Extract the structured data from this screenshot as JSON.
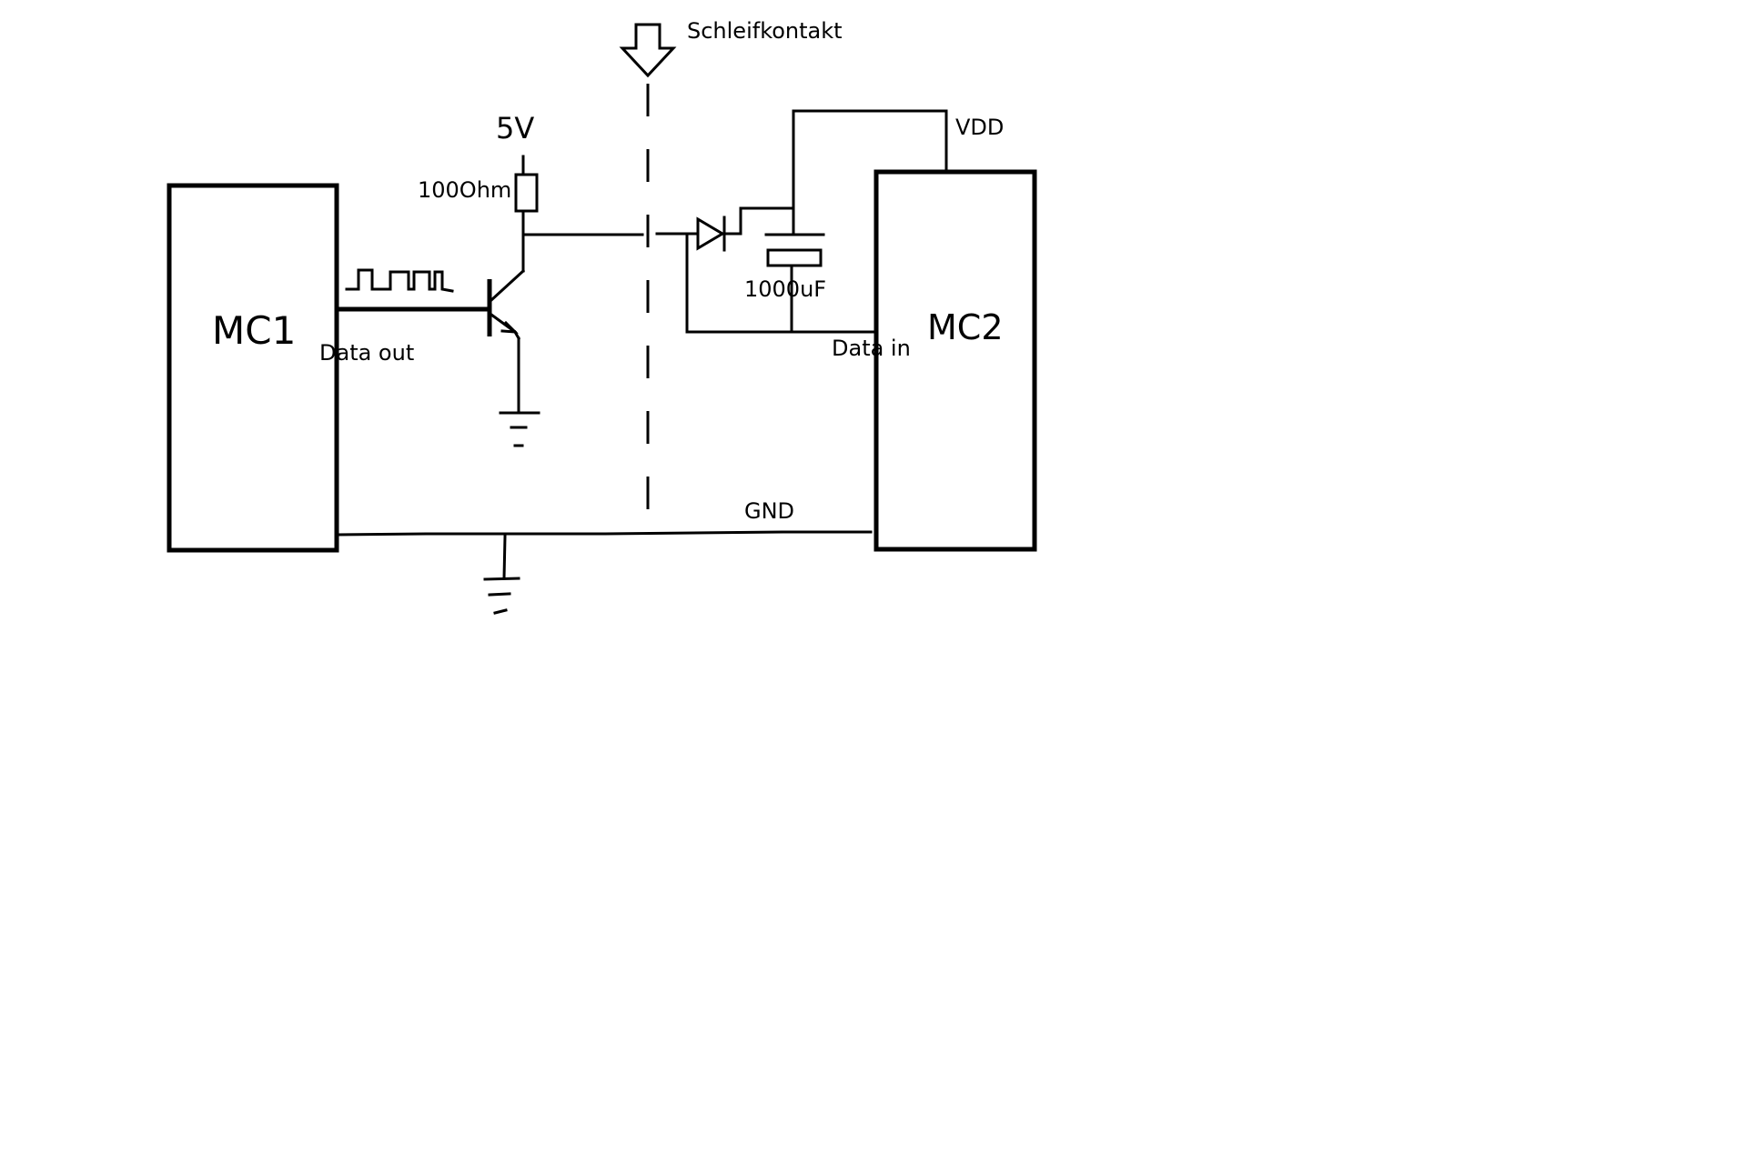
{
  "labels": {
    "mc1": "MC1",
    "mc2": "MC2",
    "data_out": "Data out",
    "data_in": "Data in",
    "supply_5v": "5V",
    "resistor": "100Ohm",
    "capacitor": "1000uF",
    "vdd": "VDD",
    "gnd": "GND",
    "slip_contact": "Schleifkontakt"
  },
  "colors": {
    "ink": "#000000",
    "background": "#ffffff"
  }
}
